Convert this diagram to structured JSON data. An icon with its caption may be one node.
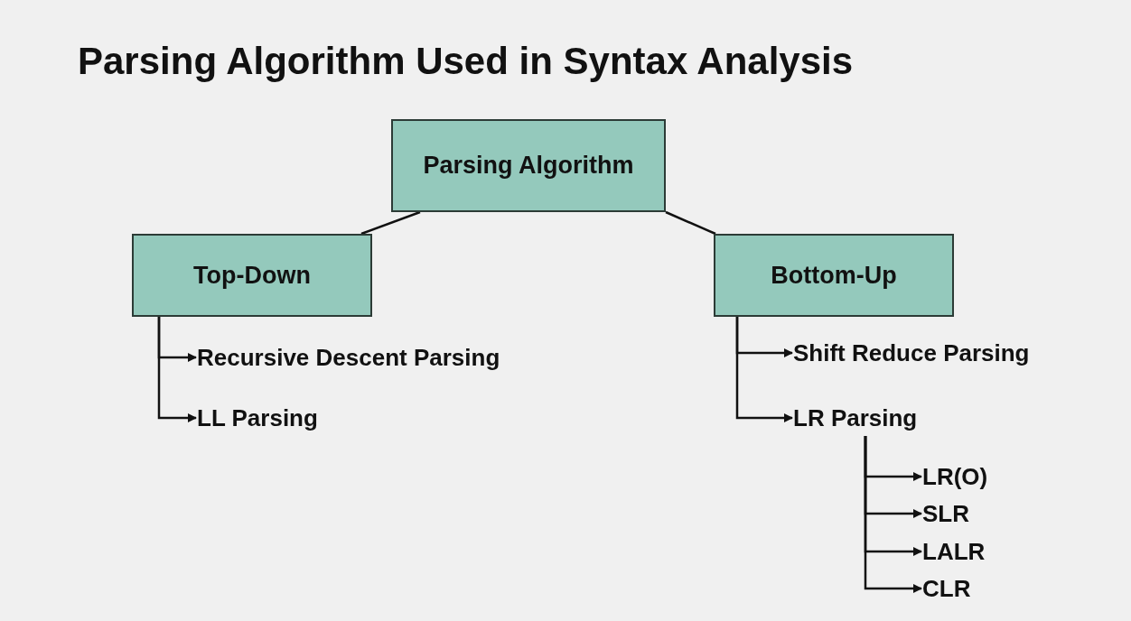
{
  "diagram": {
    "title": "Parsing Algorithm Used in Syntax Analysis",
    "nodes": [
      {
        "text": [
          "Parsing Algorithm"
        ]
      },
      {
        "text": [
          "Top-Down"
        ]
      },
      {
        "text": [
          "Bottom-Up"
        ]
      },
      {
        "text": [
          "Recursive Descent Parsing"
        ]
      },
      {
        "text": [
          "LL Parsing"
        ]
      },
      {
        "text": [
          "Shift Reduce Parsing"
        ]
      },
      {
        "text": [
          "LR Parsing"
        ]
      },
      {
        "text": [
          "LR(O)"
        ]
      },
      {
        "text": [
          "SLR"
        ]
      },
      {
        "text": [
          "LALR"
        ]
      },
      {
        "text": [
          "CLR"
        ]
      }
    ],
    "edges": [
      {
        "from": 0,
        "to": 1,
        "arrow": "none"
      },
      {
        "from": 0,
        "to": 2,
        "arrow": "none"
      },
      {
        "from": 1,
        "to": 3,
        "arrow": "to"
      },
      {
        "from": 1,
        "to": 4,
        "arrow": "to"
      },
      {
        "from": 2,
        "to": 5,
        "arrow": "to"
      },
      {
        "from": 2,
        "to": 6,
        "arrow": "to"
      },
      {
        "from": 6,
        "to": 7,
        "arrow": "to"
      },
      {
        "from": 6,
        "to": 8,
        "arrow": "to"
      },
      {
        "from": 6,
        "to": 9,
        "arrow": "to"
      },
      {
        "from": 6,
        "to": 10,
        "arrow": "to"
      }
    ]
  }
}
